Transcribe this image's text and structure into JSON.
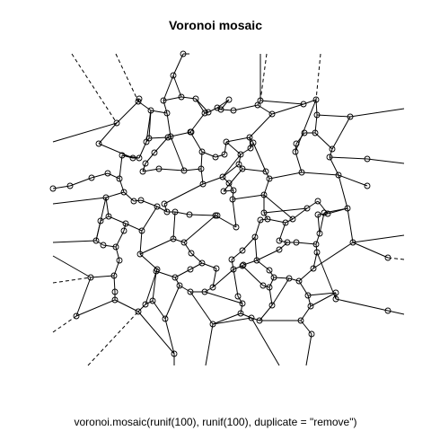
{
  "title": "Voronoi mosaic",
  "caption": "voronoi.mosaic(runif(100), runif(100), duplicate = \"remove\")",
  "colors": {
    "line": "#000000",
    "background": "#ffffff"
  },
  "diagram": {
    "type": "voronoi-mosaic",
    "seed_count": 100,
    "unbounded_edge_style": "dashed",
    "vertex_marker": "open-circle"
  }
}
